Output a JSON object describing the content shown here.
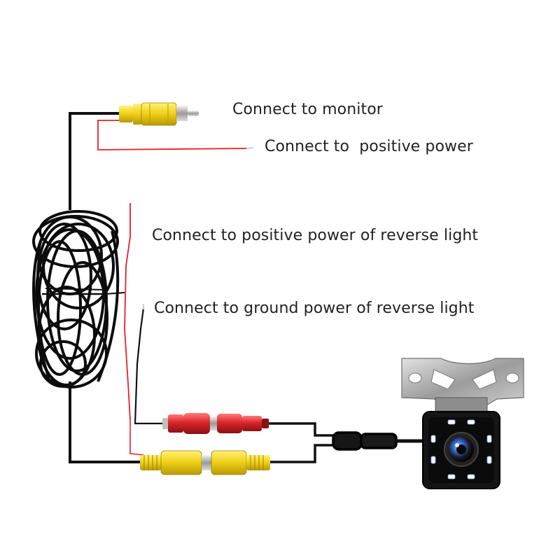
{
  "labels": {
    "monitor": "Connect to monitor",
    "positive_power": "Connect to  positive power",
    "reverse_positive": "Connect to positive power of reverse light",
    "reverse_ground": "Connect to ground power of reverse light"
  },
  "colors": {
    "cable": "#111111",
    "red_wire": "#e8202a",
    "rca_yellow": "#f2d21a",
    "rca_red": "#d9262b",
    "metal": "#b8b8b8",
    "led": "#f2f7ff",
    "lens_blue": "#3a6fd8"
  }
}
